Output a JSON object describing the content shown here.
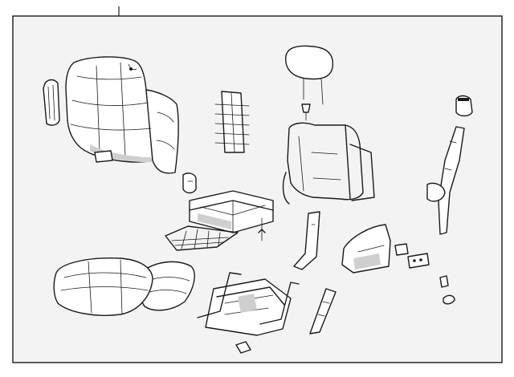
{
  "diagram": {
    "background": "#ffffff",
    "frame_fill": "#f3f3f3",
    "line_color": "#1a1a1a",
    "parts": [
      {
        "id": "seat-back-cover"
      },
      {
        "id": "side-trim-panel"
      },
      {
        "id": "lumbar-support"
      },
      {
        "id": "headrest"
      },
      {
        "id": "headrest-guide"
      },
      {
        "id": "seat-back-frame"
      },
      {
        "id": "seat-belt-buckle-cover"
      },
      {
        "id": "seat-belt-retractor"
      },
      {
        "id": "recliner-handle"
      },
      {
        "id": "seat-cushion-frame"
      },
      {
        "id": "cushion-spring-mat"
      },
      {
        "id": "seat-cushion-pad"
      },
      {
        "id": "seat-cushion-cover"
      },
      {
        "id": "adjuster-track-assembly"
      },
      {
        "id": "track-cover-left"
      },
      {
        "id": "track-cover-right"
      },
      {
        "id": "side-shield"
      },
      {
        "id": "switch-bezel"
      },
      {
        "id": "control-switch"
      },
      {
        "id": "clip-a"
      },
      {
        "id": "clip-b"
      },
      {
        "id": "clip-c"
      },
      {
        "id": "bracket-small"
      }
    ]
  }
}
